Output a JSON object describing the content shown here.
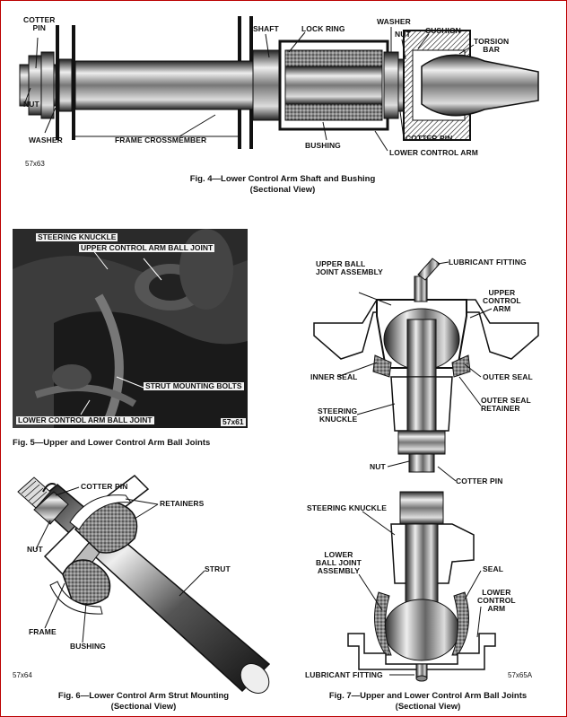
{
  "fig4": {
    "labels": {
      "cotter_pin": "COTTER\nPIN",
      "shaft": "SHAFT",
      "lock_ring": "LOCK RING",
      "washer_top": "WASHER",
      "nut_top": "NUT",
      "cushion": "CUSHION",
      "torsion_bar": "TORSION\nBAR",
      "nut_left": "NUT",
      "washer_left": "WASHER",
      "frame_crossmember": "FRAME CROSSMEMBER",
      "bushing": "BUSHING",
      "cotter_pin_right": "COTTER PIN",
      "lower_control_arm": "LOWER CONTROL ARM"
    },
    "code": "57x63",
    "caption_line1": "Fig. 4—Lower Control Arm Shaft and Bushing",
    "caption_line2": "(Sectional View)"
  },
  "fig5": {
    "labels": {
      "steering_knuckle": "STEERING KNUCKLE",
      "upper_ball_joint": "UPPER CONTROL ARM BALL JOINT",
      "strut_bolts": "STRUT MOUNTING BOLTS",
      "lower_ball_joint": "LOWER CONTROL ARM BALL JOINT"
    },
    "code": "57x61",
    "caption": "Fig. 5—Upper and Lower Control Arm Ball Joints"
  },
  "fig6": {
    "labels": {
      "cotter_pin": "COTTER PIN",
      "retainers": "RETAINERS",
      "nut": "NUT",
      "strut": "STRUT",
      "frame": "FRAME",
      "bushing": "BUSHING"
    },
    "code": "57x64",
    "caption_line1": "Fig. 6—Lower Control Arm Strut Mounting",
    "caption_line2": "(Sectional View)"
  },
  "fig7": {
    "labels": {
      "upper_ball_joint_assembly": "UPPER BALL\nJOINT ASSEMBLY",
      "lubricant_fitting_top": "LUBRICANT FITTING",
      "upper_control_arm": "UPPER\nCONTROL\nARM",
      "inner_seal": "INNER SEAL",
      "outer_seal": "OUTER SEAL",
      "outer_seal_retainer": "OUTER SEAL\nRETAINER",
      "steering_knuckle_top": "STEERING\nKNUCKLE",
      "nut": "NUT",
      "cotter_pin": "COTTER PIN",
      "steering_knuckle_bottom": "STEERING KNUCKLE",
      "lower_ball_joint_assembly": "LOWER\nBALL JOINT\nASSEMBLY",
      "seal": "SEAL",
      "lower_control_arm": "LOWER\nCONTROL\nARM",
      "lubricant_fitting_bottom": "LUBRICANT FITTING"
    },
    "code": "57x65A",
    "caption_line1": "Fig. 7—Upper and Lower Control Arm Ball Joints",
    "caption_line2": "(Sectional View)"
  },
  "colors": {
    "ink": "#111111",
    "photo_dark": "#2a2a2a",
    "frame_border": "#bb0000"
  }
}
